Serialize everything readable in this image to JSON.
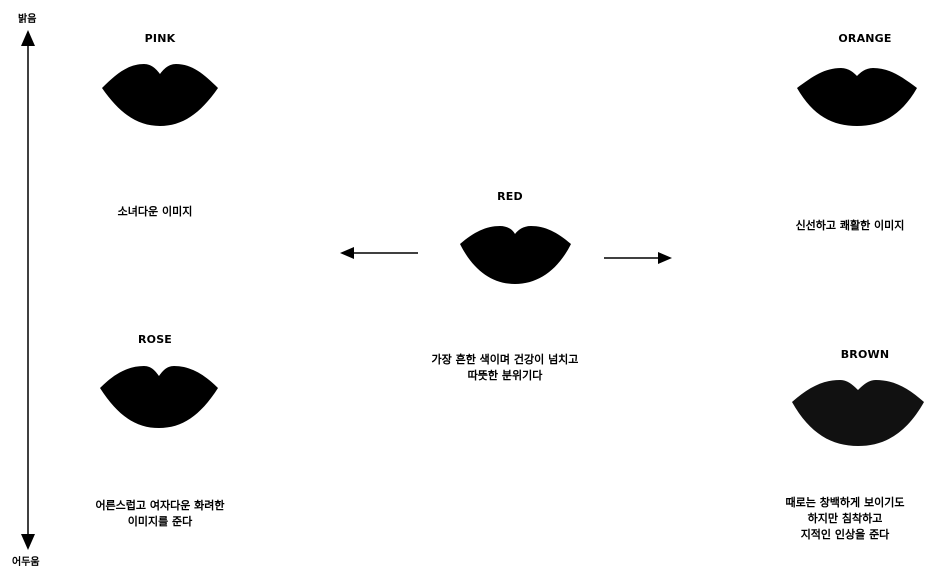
{
  "scale": {
    "top": "밝음",
    "bottom": "어두움"
  },
  "lips": {
    "pink": {
      "name": "PINK",
      "desc": "소녀다운 이미지",
      "color": "#000000"
    },
    "orange": {
      "name": "ORANGE",
      "desc": "신선하고 쾌활한 이미지",
      "color": "#000000"
    },
    "red": {
      "name": "RED",
      "desc": "가장 흔한 색이며 건강이 넘치고\n따뜻한 분위기다",
      "color": "#000000"
    },
    "rose": {
      "name": "ROSE",
      "desc": "어른스럽고 여자다운 화려한\n이미지를 준다",
      "color": "#000000"
    },
    "brown": {
      "name": "BROWN",
      "desc": "때로는 창백하게 보이기도\n하지만 침착하고\n지적인 인상을 준다",
      "color": "#111111"
    }
  }
}
